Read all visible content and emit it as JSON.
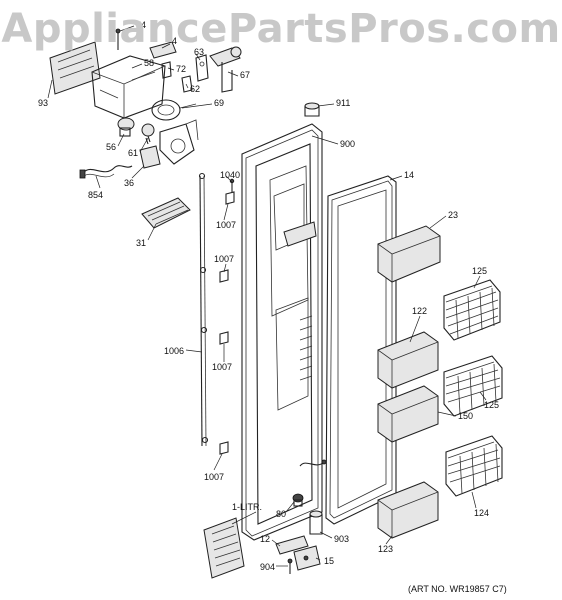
{
  "watermark": "AppliancePartsPros.com",
  "art_note": "(ART NO. WR19857 C7)",
  "callouts": {
    "c74": "74",
    "c4": "4",
    "c63": "63",
    "c58": "58",
    "c72": "72",
    "c67": "67",
    "c62": "62",
    "c93": "93",
    "c69": "69",
    "c911": "911",
    "c900": "900",
    "c56": "56",
    "c61": "61",
    "c36": "36",
    "c854": "854",
    "c1040": "1040",
    "c14": "14",
    "c23": "23",
    "c1007a": "1007",
    "c31": "31",
    "c1007b": "1007",
    "c125a": "125",
    "c122": "122",
    "c1006": "1006",
    "c1007c": "1007",
    "c125b": "125",
    "c150": "150",
    "c1007d": "1007",
    "c1litr": "1-LITR.",
    "c80": "80",
    "c124": "124",
    "c12": "12",
    "c903": "903",
    "c123": "123",
    "c904": "904",
    "c15": "15"
  }
}
